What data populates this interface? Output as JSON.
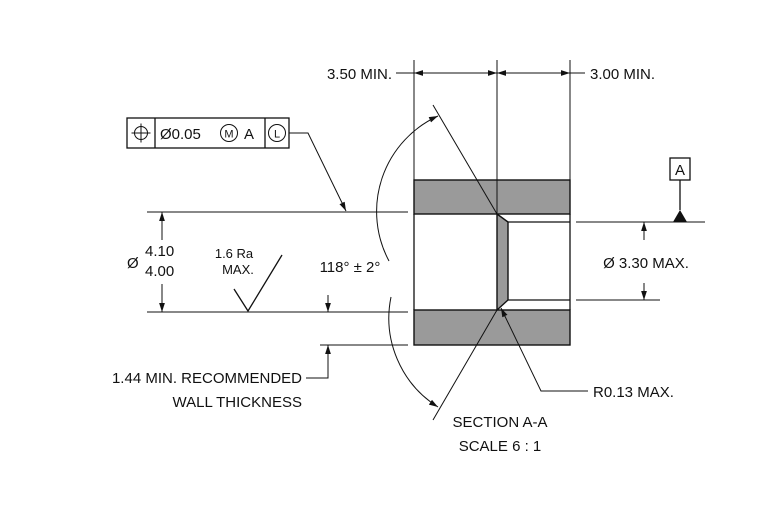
{
  "drawing": {
    "dims": {
      "left_length": "3.50 MIN.",
      "right_length": "3.00 MIN.",
      "outer_diameter_symbol": "Ø",
      "outer_diameter_upper": "4.10",
      "outer_diameter_lower": "4.00",
      "surface_finish_value": "1.6 Ra",
      "surface_finish_max": "MAX.",
      "cone_angle": "118° ± 2°",
      "inner_diameter": "Ø 3.30 MAX.",
      "wall_note_line1": "1.44 MIN. RECOMMENDED",
      "wall_note_line2": "WALL THICKNESS",
      "radius": "R0.13 MAX."
    },
    "fcf": {
      "symbol": "⌖",
      "tolerance": "Ø0.05",
      "modifier": "M",
      "datum": "A",
      "datum_modifier": "L"
    },
    "datum_label": "A",
    "section_title": "SECTION A-A",
    "section_scale": "SCALE 6 : 1"
  },
  "colors": {
    "part_fill": "#9a9a9a",
    "line": "#111111"
  }
}
